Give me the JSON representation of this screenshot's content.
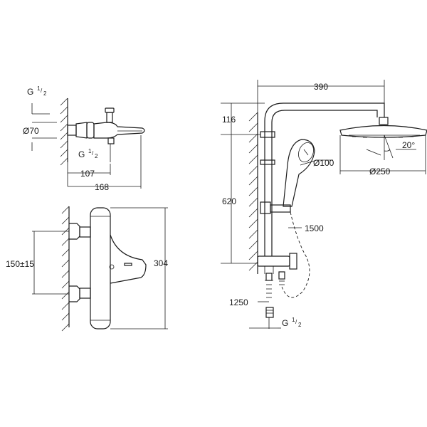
{
  "labels": {
    "bath_thread_top_main": "G",
    "bath_thread_top_sup": "1",
    "bath_thread_top_sub": "2",
    "bath_diameter": "Ø70",
    "bath_thread_mid_main": "G",
    "bath_thread_mid_sup": "1",
    "bath_thread_mid_sub": "2",
    "bath_depth_inner": "107",
    "bath_depth_outer": "168",
    "bath_spacing": "150±15",
    "bath_height": "304",
    "shower_width": "390",
    "shower_top": "116",
    "shower_height": "620",
    "handshower_diameter": "Ø100",
    "head_angle": "20°",
    "head_diameter": "Ø250",
    "hose_length": "1500",
    "supply_length": "1250",
    "shower_thread_main": "G",
    "shower_thread_sup": "1",
    "shower_thread_sub": "2"
  }
}
